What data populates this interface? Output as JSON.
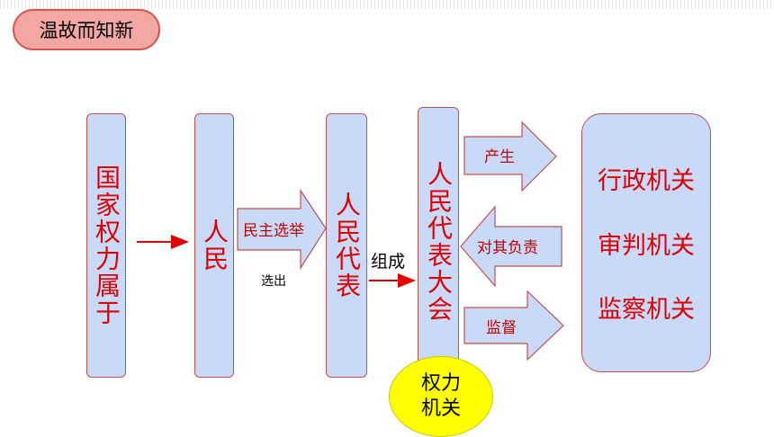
{
  "header": {
    "review_label": "温故而知新"
  },
  "boxes": {
    "state_power": "国家权力属于",
    "people": "人民",
    "representatives": "人民代表",
    "congress": "人民代表大会"
  },
  "labels": {
    "democratic_election": "民主选举",
    "elected": "选出",
    "compose": "组成",
    "produce": "产生",
    "accountable": "对其负责",
    "supervise": "监督"
  },
  "organs": [
    "行政机关",
    "审判机关",
    "监察机关"
  ],
  "power_organ": {
    "line1": "权力",
    "line2": "机关"
  },
  "colors": {
    "box_fill": "#c9daf8",
    "box_border": "#c0504d",
    "text_red": "#e00000",
    "highlight": "#ffff00",
    "badge_fill": "#f2a7a2"
  }
}
